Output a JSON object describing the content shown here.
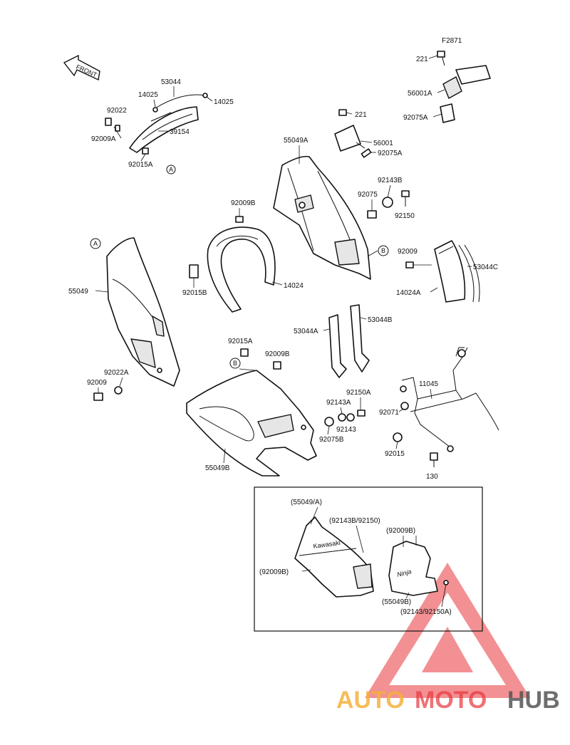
{
  "figure_code": "F2871",
  "front_label": "FRONT",
  "callouts": {
    "c221_top": "221",
    "c56001A": "56001A",
    "c92075A_top": "92075A",
    "c53044": "53044",
    "c14025_l": "14025",
    "c14025_r": "14025",
    "c92022": "92022",
    "c92009A": "92009A",
    "c39154": "39154",
    "c92015A_top": "92015A",
    "cA_small": "A",
    "c221_mid": "221",
    "c56001": "56001",
    "c92075A_mid": "92075A",
    "c55049A": "55049A",
    "c92143B": "92143B",
    "c92075": "92075",
    "c92150": "92150",
    "c92009B_top": "92009B",
    "c92015B": "92015B",
    "c14024": "14024",
    "cA_big": "A",
    "c55049": "55049",
    "cB_circle": "B",
    "c92009": "92009",
    "c53044C": "53044C",
    "c14024A": "14024A",
    "c53044A": "53044A",
    "c53044B": "53044B",
    "c92015A_mid": "92015A",
    "c92009B_mid": "92009B",
    "cB_circle2": "B",
    "c92022A": "92022A",
    "c92009_l": "92009",
    "c11045": "11045",
    "c92150A": "92150A",
    "c92143A": "92143A",
    "c92071": "92071",
    "c92143": "92143",
    "c92075B": "92075B",
    "c92015": "92015",
    "c55049B": "55049B",
    "c130": "130"
  },
  "inset": {
    "label_55049A": "(55049/A)",
    "label_92143B_92150": "(92143B/92150)",
    "label_92009B_r": "(92009B)",
    "label_92009B_l": "(92009B)",
    "label_55049B": "(55049B)",
    "label_92143_92150A": "(92143/92150A)",
    "brand_text": "Kawasaki",
    "model_text": "Ninja"
  },
  "watermark": {
    "part1": "AUTO",
    "part2": "MOTO",
    "part3": "HUB",
    "color1": "#f3b13c",
    "color2": "#e8343a",
    "color3": "#555555"
  }
}
